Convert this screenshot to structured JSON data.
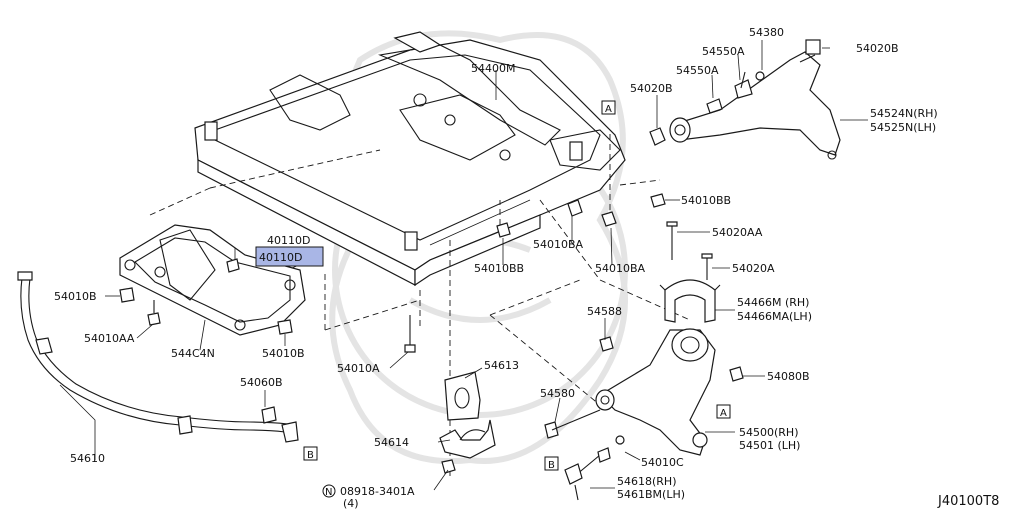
{
  "diagram": {
    "colors": {
      "line": "#1a1a1a",
      "highlight": "#a9b6e6",
      "watermark": "#e4e4e4"
    },
    "diagram_code": "J40100T8",
    "callouts": {
      "c_54400M": "54400M",
      "c_54380": "54380",
      "c_54550A_1": "54550A",
      "c_54550A_2": "54550A",
      "c_54020B_top": "54020B",
      "c_54020B_mid": "54020B",
      "c_54524N": "54524N(RH)",
      "c_54525N": "54525N(LH)",
      "c_54010BB_r": "54010BB",
      "c_54020AA": "54020AA",
      "c_54020A": "54020A",
      "c_54466M": "54466M (RH)",
      "c_54466MA": "54466MA(LH)",
      "c_54588": "54588",
      "c_54080B": "54080B",
      "c_54010BA_1": "54010BA",
      "c_54010BA_2": "54010BA",
      "c_54010BB_l": "54010BB",
      "c_40110D_1": "40110D",
      "c_40110D_2": "40110D",
      "c_54010B_l": "54010B",
      "c_54010AA": "54010AA",
      "c_544C4N": "544C4N",
      "c_54010B_r": "54010B",
      "c_54010A": "54010A",
      "c_54613": "54613",
      "c_54060B": "54060B",
      "c_54580": "54580",
      "c_54500": "54500(RH)",
      "c_54501": "54501 (LH)",
      "c_54010C": "54010C",
      "c_54614": "54614",
      "c_54610": "54610",
      "c_54618": "54618(RH)",
      "c_5461BM": "5461BM(LH)",
      "c_08918": "08918-3401A",
      "c_08918_qty": "(4)"
    },
    "refs": {
      "ref_a": "A",
      "ref_b": "B",
      "ref_n": "N"
    }
  }
}
